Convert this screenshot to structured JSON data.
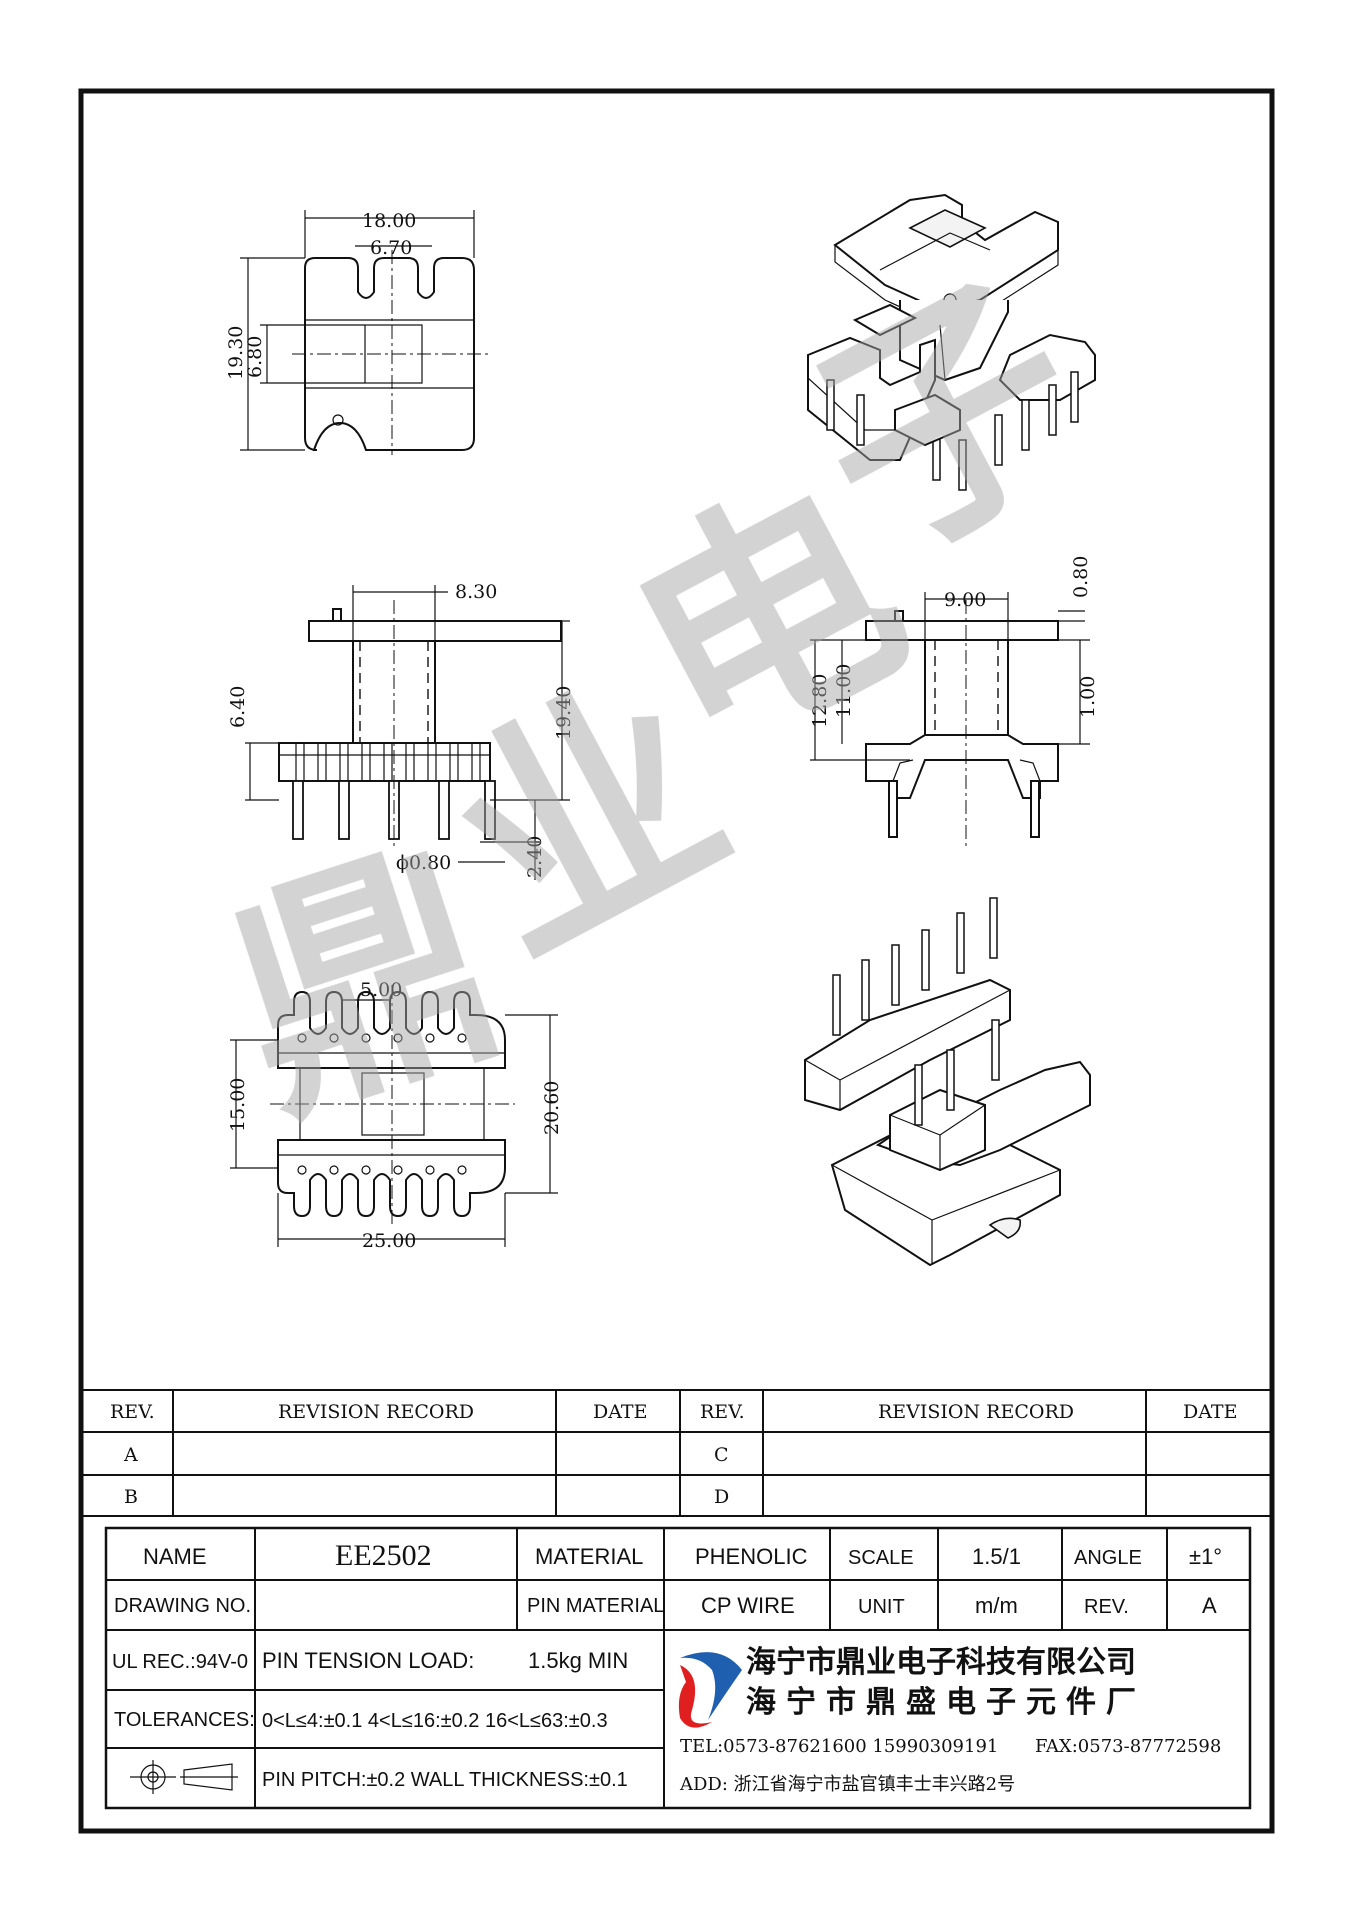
{
  "watermark": "鼎业电子",
  "dimensions": {
    "top_view": {
      "width": "18.00",
      "slot": "6.70",
      "height": "19.30",
      "core": "6.80"
    },
    "front_view": {
      "flange": "8.30",
      "height": "6.40",
      "total_height": "19.40",
      "pin_dia": "ϕ0.80",
      "pin_len": "2.40"
    },
    "side_view": {
      "inner": "9.00",
      "top": "0.80",
      "h1": "12.80",
      "h2": "11.00",
      "gap": "1.00"
    },
    "bottom_view": {
      "pitch": "5.00",
      "inner": "15.00",
      "outer": "20.60",
      "width": "25.00"
    }
  },
  "revision_table": {
    "headers": [
      "REV.",
      "REVISION RECORD",
      "DATE",
      "REV.",
      "REVISION RECORD",
      "DATE"
    ],
    "rows": [
      {
        "left_rev": "A",
        "right_rev": "C"
      },
      {
        "left_rev": "B",
        "right_rev": "D"
      }
    ]
  },
  "title_block": {
    "name_label": "NAME",
    "name_value": "EE2502",
    "material_label": "MATERIAL",
    "material_value": "PHENOLIC",
    "scale_label": "SCALE",
    "scale_value": "1.5/1",
    "angle_label": "ANGLE",
    "angle_value": "±1°",
    "drawing_no_label": "DRAWING NO.",
    "drawing_no_value": "",
    "pin_material_label": "PIN MATERIAL",
    "pin_material_value": "CP WIRE",
    "unit_label": "UNIT",
    "unit_value": "m/m",
    "rev_label": "REV.",
    "rev_value": "A",
    "ul_label": "UL REC.:94V-0",
    "pin_tension": "PIN TENSION LOAD:",
    "pin_tension_value": "1.5kg MIN",
    "tolerances_label": "TOLERANCES:",
    "tolerances_value": "0<L≤4:±0.1  4<L≤16:±0.2  16<L≤63:±0.3",
    "pin_pitch": "PIN PITCH:±0.2 WALL THICKNESS:±0.1",
    "company_1": "海宁市鼎业电子科技有限公司",
    "company_2": "海宁市鼎盛电子元件厂",
    "tel": "TEL:0573-87621600  15990309191",
    "fax": "FAX:0573-87772598",
    "address": "ADD: 浙江省海宁市盐官镇丰士丰兴路2号",
    "logo_color_red": "#e02020",
    "logo_color_blue": "#1f5fb0"
  }
}
